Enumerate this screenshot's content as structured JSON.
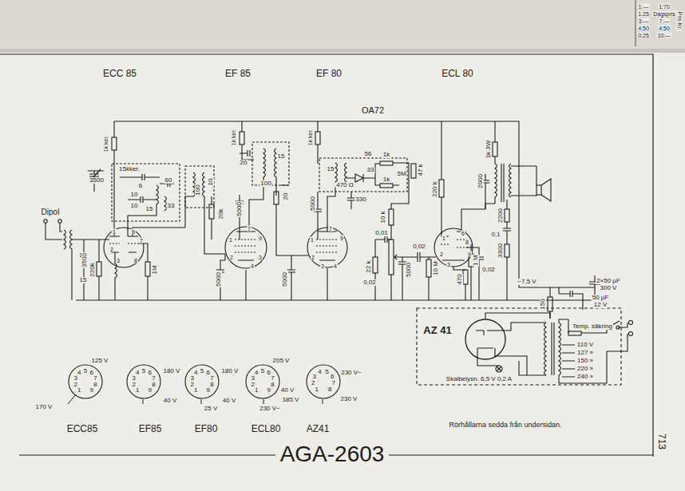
{
  "diagram": {
    "title": "AGA-2603",
    "caption": "Rörhållarna sedda från undersidan.",
    "nodes": [
      {
        "text": [
          "AZ 41"
        ]
      },
      {
        "text": [
          "ECC85"
        ]
      },
      {
        "text": [
          "EF85"
        ]
      },
      {
        "text": [
          "EF80"
        ]
      },
      {
        "text": [
          "ECL80"
        ]
      },
      {
        "text": [
          "AZ41"
        ]
      }
    ],
    "labels": [
      "ECC 85",
      "EF 85",
      "EF 80",
      "ECL 80",
      "OA72",
      "Dipol",
      "3500",
      "15kker.",
      "6",
      "60",
      "10",
      "10",
      "15",
      "33",
      "3500",
      "220k",
      "15",
      "1M",
      "1k ker.",
      "100",
      "10",
      "1k ker.",
      "20",
      "15",
      "100",
      "20",
      "20k",
      "5000",
      "5000",
      "1k ker.",
      "5000",
      "5000",
      "56",
      "15",
      "33",
      "470 Ω",
      "1k",
      "5M",
      "1k",
      "47 k",
      "330",
      "10 k",
      "0,01",
      "22 k",
      "0,02",
      "5000",
      "10 M",
      "0,02",
      "220 k",
      "0,02",
      "1 M",
      "470",
      "1k 3W",
      "2000",
      "2200",
      "0,1",
      "3300",
      "2×50 µF",
      "300 V",
      "50 µF",
      "12 V",
      "~7,5 V",
      "150",
      "Temp. säkring",
      "110 V",
      "127 »",
      "150 »",
      "220 »",
      "240 »",
      "Skalbelysn. 6,5 V 0,2 A",
      "713",
      "Pris Kr.",
      "1:—",
      "1:25",
      "3:—",
      "4:50",
      "0:25",
      "1:70",
      "Dagspris",
      "7:—",
      "4:50",
      "10:—",
      "6",
      "1",
      "7",
      "2",
      "3",
      "8",
      "7",
      "1",
      "9",
      "2",
      "3",
      "4",
      "7",
      "1",
      "9",
      "2",
      "3",
      "4",
      "1",
      "2",
      "6",
      "8",
      "9",
      "3",
      "1",
      "2",
      "3",
      "4",
      "5",
      "6",
      "7",
      "8",
      "9",
      "125 V",
      "170 V",
      "1",
      "2",
      "3",
      "4",
      "5",
      "6",
      "7",
      "8",
      "9",
      "180 V",
      "40 V",
      "1",
      "2",
      "3",
      "4",
      "5",
      "6",
      "7",
      "8",
      "9",
      "180 V",
      "40 V",
      "25 V",
      "1",
      "2",
      "3",
      "4",
      "5",
      "6",
      "7",
      "8",
      "9",
      "205 V",
      "40 V",
      "185 V",
      "230 V~",
      "1",
      "2",
      "3",
      "4",
      "5",
      "6",
      "7",
      "8",
      "230 V~",
      "230 V"
    ]
  }
}
